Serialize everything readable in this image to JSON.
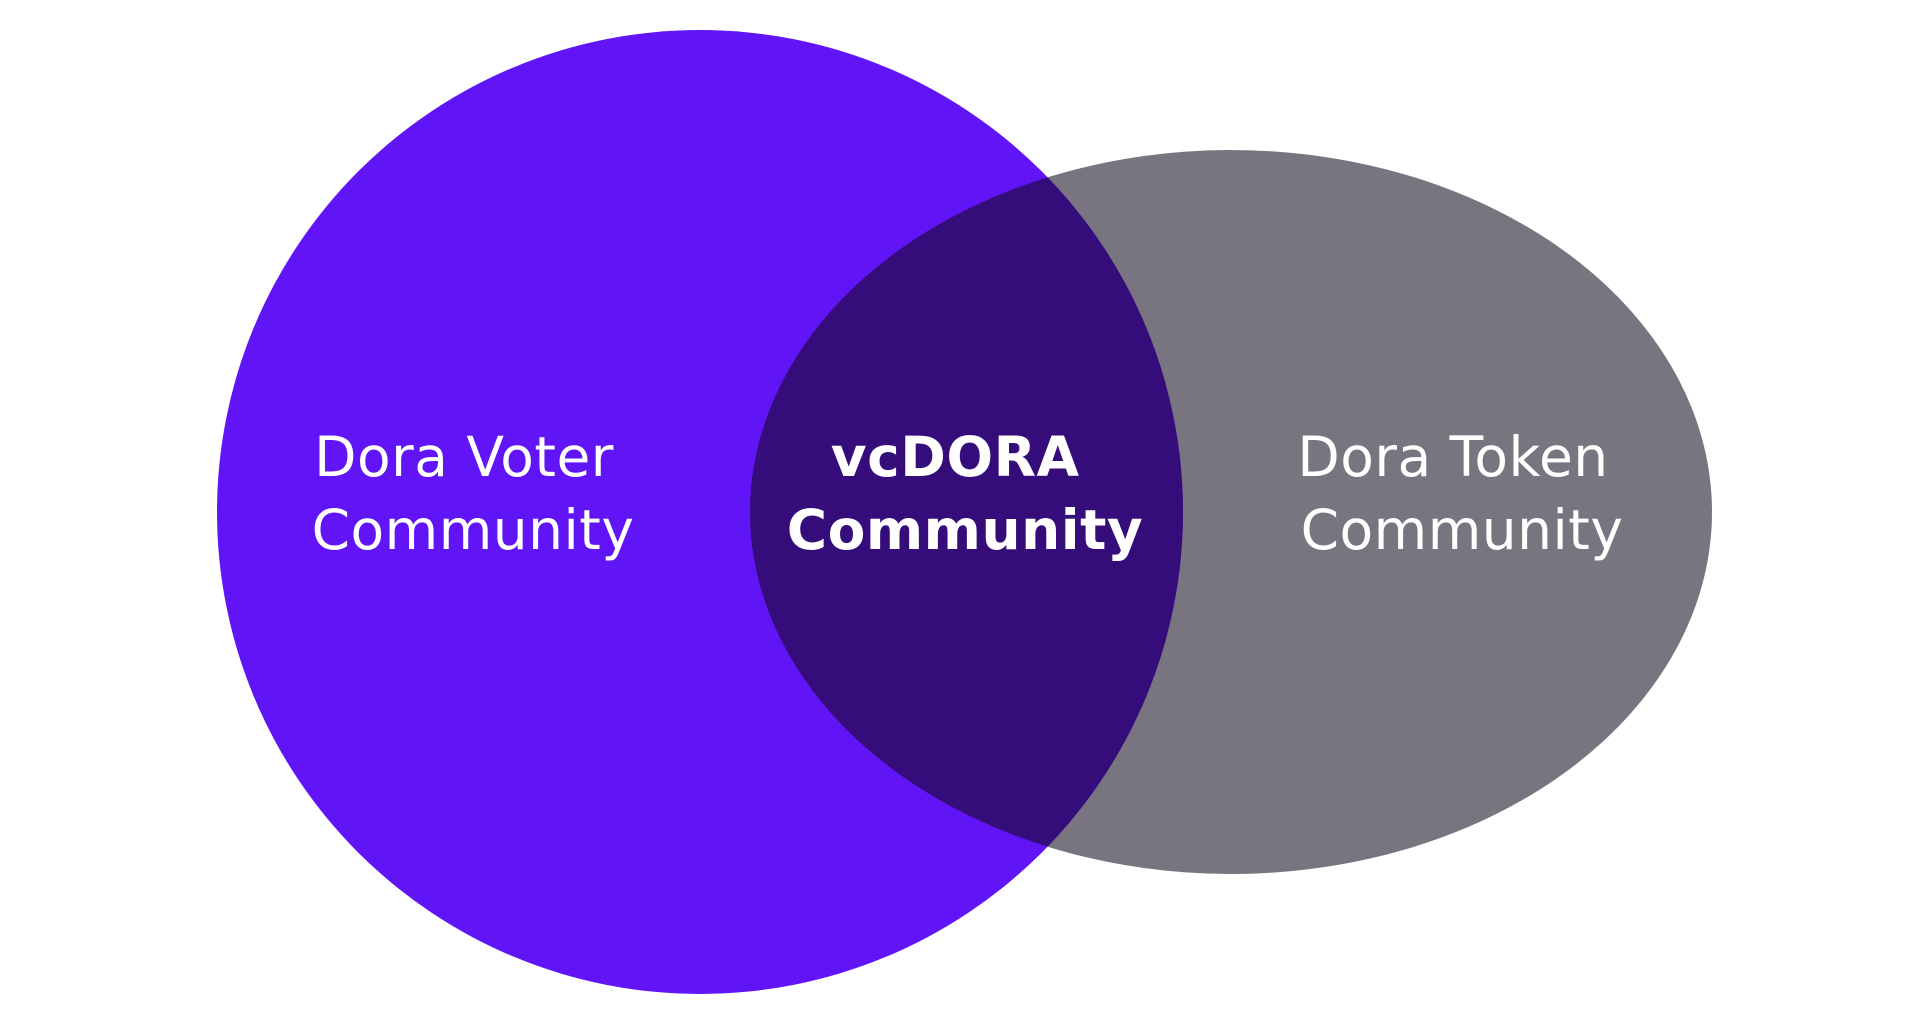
{
  "diagram": {
    "type": "venn",
    "sets": [
      {
        "id": "voter",
        "label_lines": [
          "Dora Voter",
          "Community"
        ],
        "color": "#6115F7"
      },
      {
        "id": "token",
        "label_lines": [
          "Dora Token",
          "Community"
        ],
        "color": "#797580"
      }
    ],
    "intersection": {
      "label_lines": [
        "vcDORA",
        "Community"
      ],
      "color": "#340D7A"
    },
    "background": "#FFFFFF",
    "text_color": "#FFFFFF"
  }
}
